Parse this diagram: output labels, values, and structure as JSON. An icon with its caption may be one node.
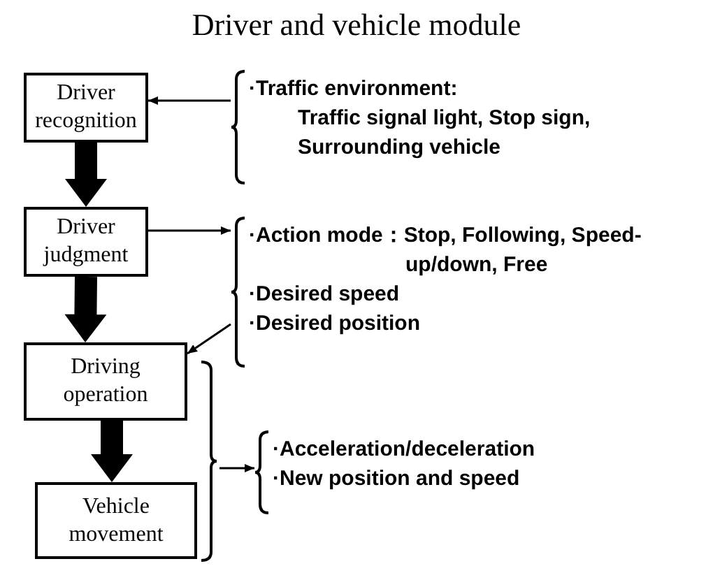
{
  "diagram": {
    "title": "Driver and vehicle module",
    "nodes": [
      {
        "text": [
          "Driver recognition"
        ]
      },
      {
        "text": [
          "Driver judgment"
        ]
      },
      {
        "text": [
          "Driving operation"
        ]
      },
      {
        "text": [
          "Vehicle movement"
        ]
      },
      {
        "text": [
          "·Traffic environment:",
          "Traffic signal light, Stop sign, Surrounding vehicle"
        ]
      },
      {
        "text": [
          "·Action mode：Stop, Following, Speed-up/down, Free",
          "·Desired speed",
          "·Desired position"
        ]
      },
      {
        "text": [
          "·Acceleration/deceleration",
          "·New position and speed"
        ]
      },
      {
        "text": [],
        "shape": "bracket"
      }
    ],
    "edges": [
      {
        "from": 4,
        "to": 0,
        "arrow": "to"
      },
      {
        "from": 0,
        "to": 1,
        "arrow": "to",
        "style": "thick"
      },
      {
        "from": 1,
        "to": 2,
        "arrow": "to",
        "style": "thick"
      },
      {
        "from": 2,
        "to": 3,
        "arrow": "to",
        "style": "thick"
      },
      {
        "from": 1,
        "to": 5,
        "arrow": "to"
      },
      {
        "from": 5,
        "to": 2,
        "arrow": "to"
      },
      {
        "from": 7,
        "to": 6,
        "arrow": "to"
      }
    ]
  }
}
